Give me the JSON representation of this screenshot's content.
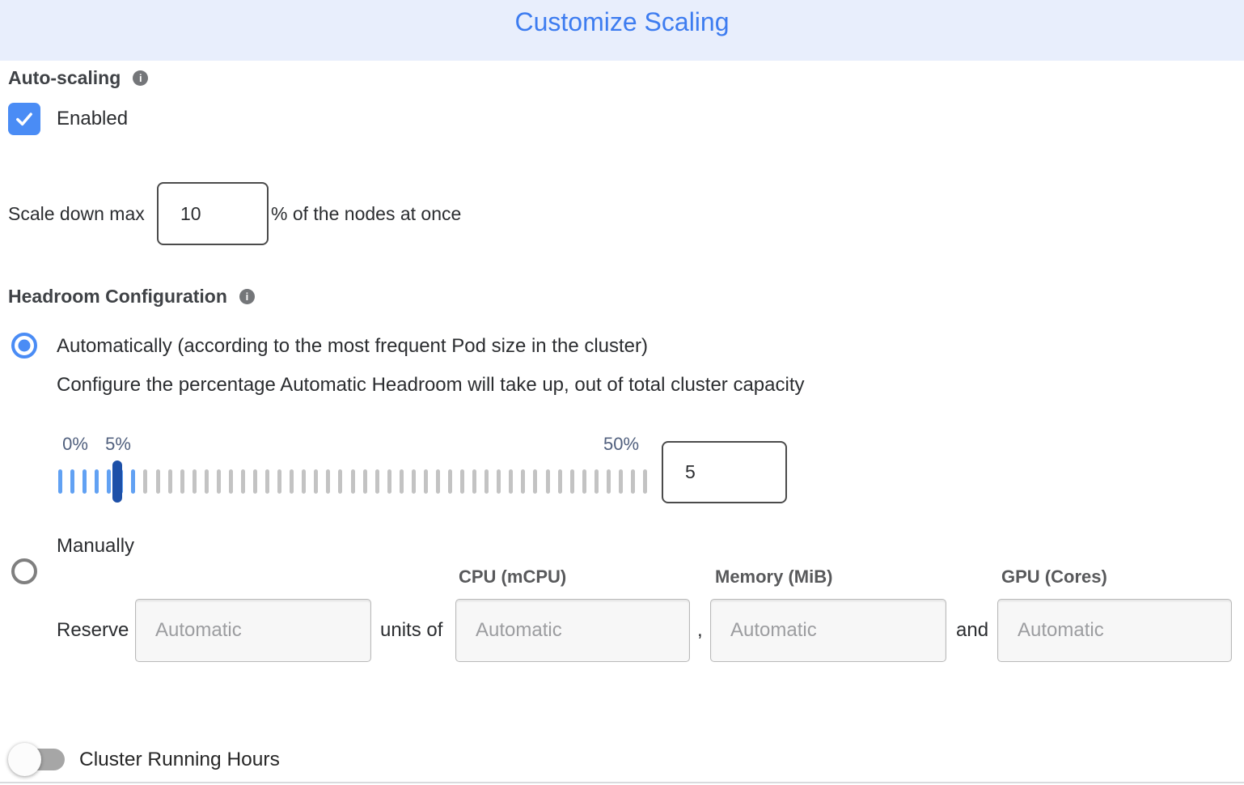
{
  "header": {
    "title": "Customize Scaling"
  },
  "auto_scaling": {
    "label": "Auto-scaling",
    "enabled_label": "Enabled",
    "checkbox_checked": true
  },
  "scale_down": {
    "prefix": "Scale down max",
    "value": "10",
    "suffix": "% of the nodes at once"
  },
  "headroom": {
    "label": "Headroom Configuration",
    "auto_option": "Automatically (according to the most frequent Pod size in the cluster)",
    "auto_option_selected": true,
    "auto_description": "Configure the percentage Automatic Headroom will take up, out of total cluster capacity",
    "slider": {
      "min_label": "0%",
      "current_label": "5%",
      "max_label": "50%",
      "value": "5",
      "tick_count": 49,
      "blue_tick_count": 7,
      "handle_percent": 10
    },
    "manual_option": "Manually",
    "manual_option_selected": false
  },
  "reserve": {
    "label": "Reserve",
    "units_of": "units of",
    "comma": ",",
    "and": "and",
    "placeholder": "Automatic",
    "columns": [
      "CPU (mCPU)",
      "Memory (MiB)",
      "GPU (Cores)"
    ]
  },
  "cluster_running_hours": {
    "label": "Cluster Running Hours",
    "enabled": false
  },
  "colors": {
    "banner_bg": "#e8eefc",
    "title_blue": "#3d7cf0",
    "accent_blue": "#4a8cf5",
    "handle_blue": "#1d50a8",
    "tick_blue": "#61a1f3",
    "tick_gray": "#c3c3c3",
    "slider_label": "#51607e"
  }
}
